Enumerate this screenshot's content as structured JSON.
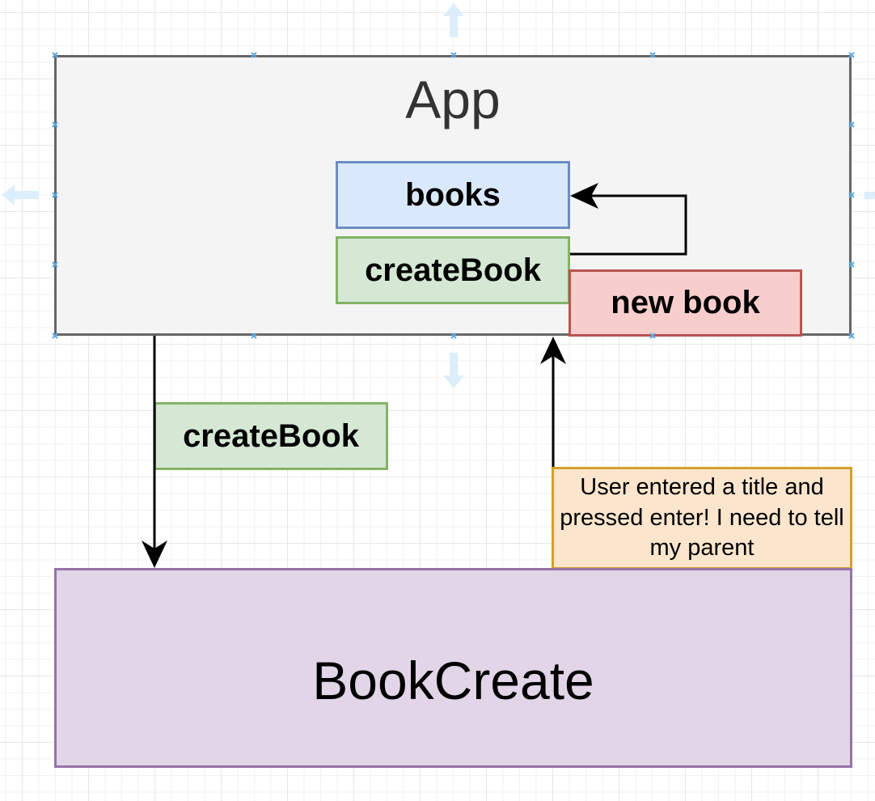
{
  "app": {
    "title": "App"
  },
  "state": {
    "books_label": "books"
  },
  "handler": {
    "create_book_label": "createBook"
  },
  "event": {
    "new_book_label": "new book"
  },
  "prop": {
    "create_book_label": "createBook"
  },
  "note": {
    "text": "User entered a title and pressed enter!  I need to tell my parent"
  },
  "child": {
    "title": "BookCreate"
  },
  "colors": {
    "app_fill": "#f4f4f4",
    "app_stroke": "#666666",
    "books_fill": "#dae8fc",
    "books_stroke": "#6c8ebf",
    "create_fill": "#d5e8d4",
    "create_stroke": "#82b366",
    "new_book_fill": "#f8cecc",
    "new_book_stroke": "#b85450",
    "note_fill": "#fce5cd",
    "note_stroke": "#d6a02b",
    "child_fill": "#e1d5e7",
    "child_stroke": "#9673a6",
    "selection_handle": "#5aa9e6"
  }
}
